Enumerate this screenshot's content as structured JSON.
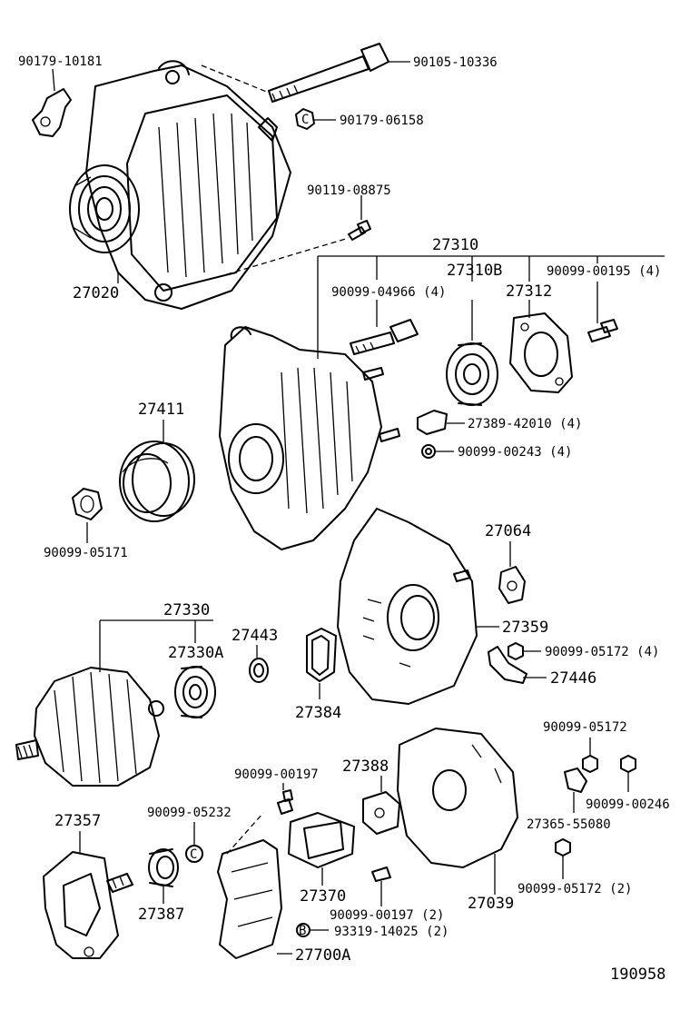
{
  "diagram_id": "190958",
  "labels": {
    "l_90179_10181": "90179-10181",
    "l_90105_10336": "90105-10336",
    "l_90179_06158": "90179-06158",
    "l_90119_08875": "90119-08875",
    "l_27020": "27020",
    "l_27310": "27310",
    "l_27310B": "27310B",
    "l_90099_04966": "90099-04966 (4)",
    "l_90099_00195": "90099-00195 (4)",
    "l_27312": "27312",
    "l_27389_42010": "27389-42010 (4)",
    "l_90099_00243": "90099-00243 (4)",
    "l_27411": "27411",
    "l_90099_05171": "90099-05171",
    "l_27064": "27064",
    "l_27359": "27359",
    "l_90099_05172_4": "90099-05172 (4)",
    "l_27446": "27446",
    "l_27330": "27330",
    "l_27443": "27443",
    "l_27330A": "27330A",
    "l_27384": "27384",
    "l_90099_05172": "90099-05172",
    "l_90099_00246": "90099-00246",
    "l_27365_55080": "27365-55080",
    "l_90099_05172_2": "90099-05172 (2)",
    "l_90099_00197_top": "90099-00197",
    "l_27388": "27388",
    "l_27357": "27357",
    "l_90099_05232": "90099-05232",
    "l_27387": "27387",
    "l_27370": "27370",
    "l_27039": "27039",
    "l_90099_00197_2": "90099-00197 (2)",
    "l_93319_14025": "93319-14025 (2)",
    "l_27700A": "27700A"
  },
  "icons": {
    "washer_glyph_c": "C",
    "washer_glyph_b": "B"
  }
}
